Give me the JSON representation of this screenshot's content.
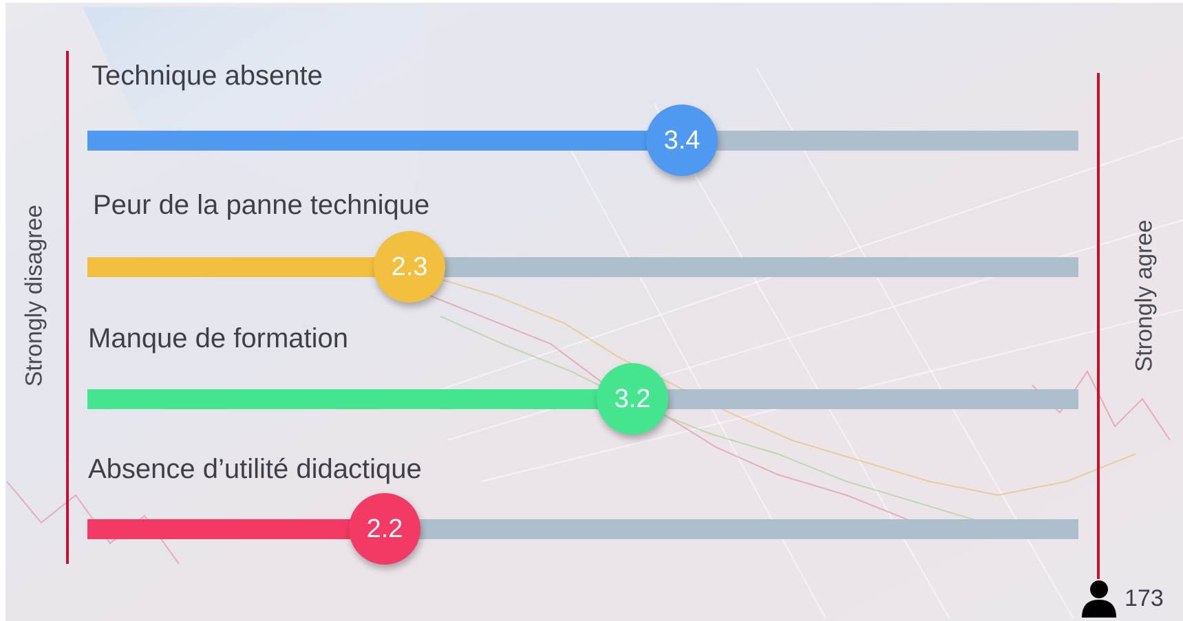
{
  "scale": {
    "left_label": "Strongly disagree",
    "right_label": "Strongly agree",
    "min": 1,
    "max": 5
  },
  "respondents": {
    "count": "173",
    "icon": "person-icon"
  },
  "chart_data": {
    "type": "bar",
    "orientation": "horizontal-slider",
    "categories": [
      "Technique absente",
      "Peur de la panne technique",
      "Manque de formation",
      "Absence d’utilité didactique"
    ],
    "values": [
      3.4,
      2.3,
      3.2,
      2.2
    ],
    "value_labels": [
      "3.4",
      "2.3",
      "3.2",
      "2.2"
    ],
    "colors": [
      "#4f9af0",
      "#f2bf3e",
      "#45e48f",
      "#f23a65"
    ],
    "xlim": [
      1,
      5
    ],
    "track_color": "#aebfcc",
    "boundary_color": "#c8102e"
  }
}
